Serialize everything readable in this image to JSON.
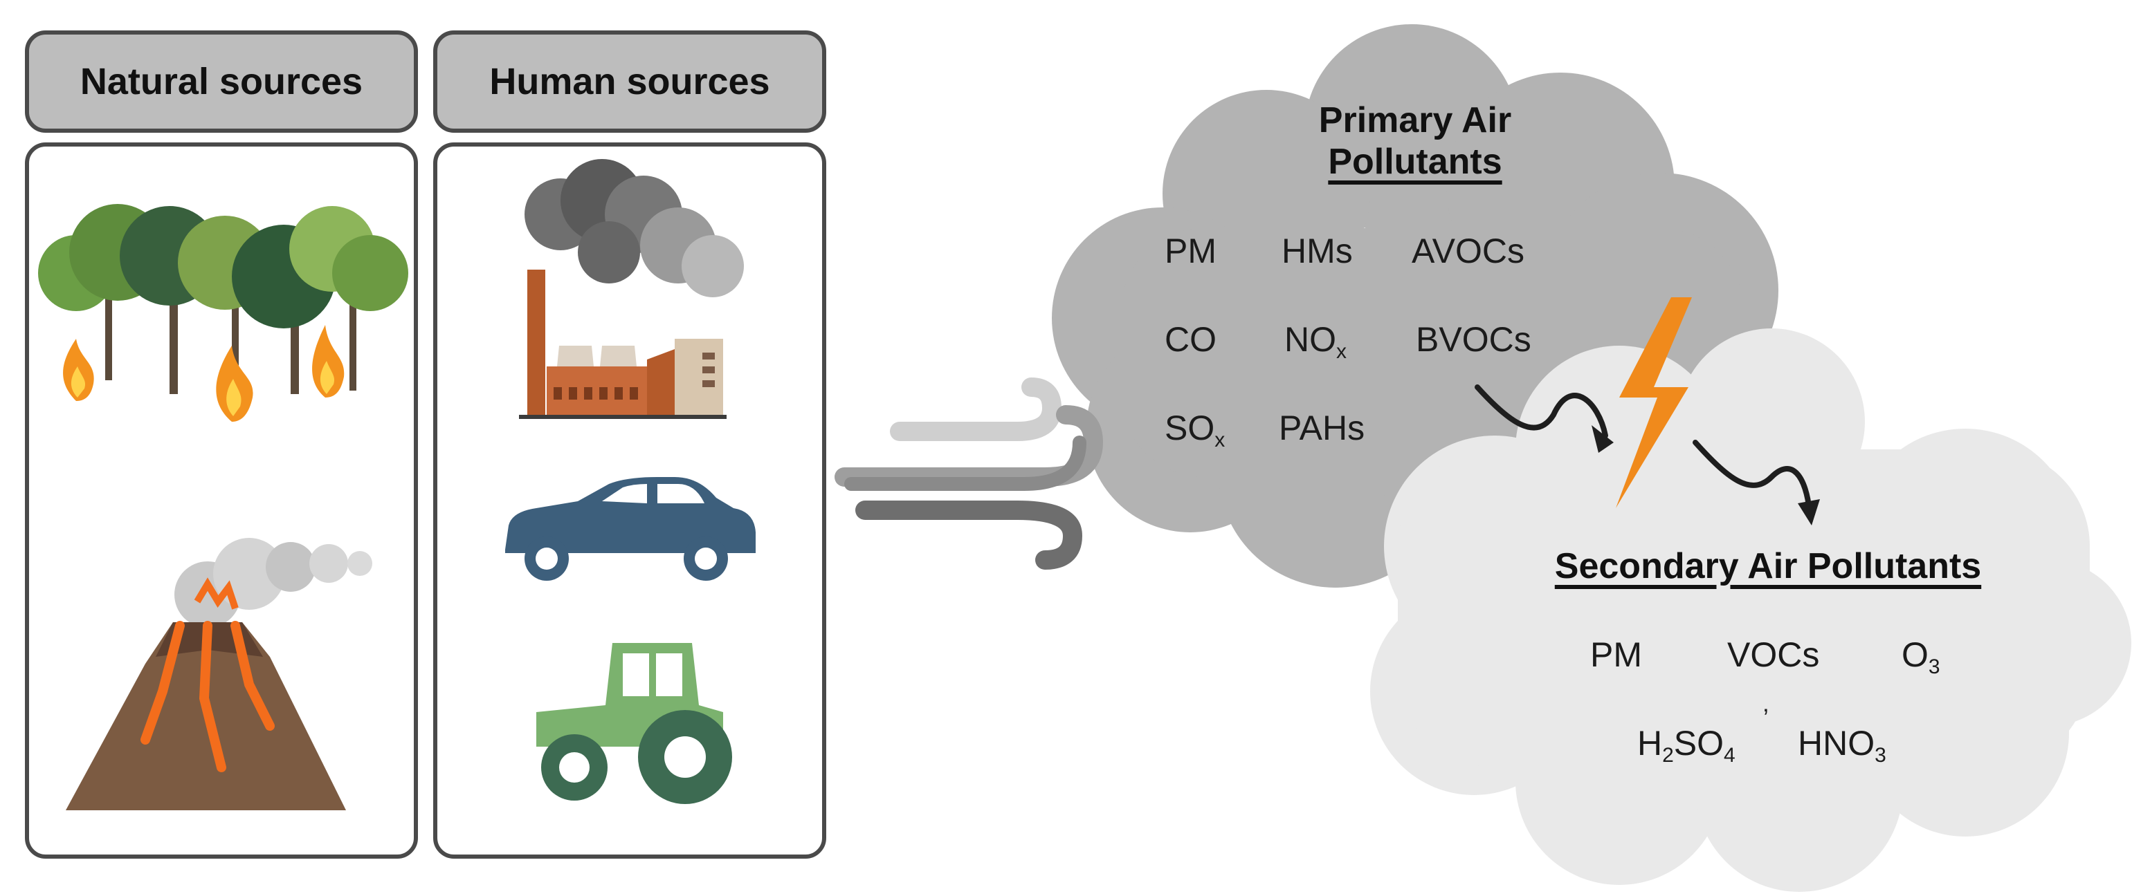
{
  "sources": {
    "natural": {
      "label": "Natural sources"
    },
    "human": {
      "label": "Human sources"
    }
  },
  "primary": {
    "title_line1": "Primary Air",
    "title_line2": "Pollutants",
    "items": {
      "pm": "PM",
      "hms": "HMs",
      "avocs": "AVOCs",
      "co": "CO",
      "nox_base": "NO",
      "nox_sub": "x",
      "bvocs": "BVOCs",
      "sox_base": "SO",
      "sox_sub": "x",
      "pahs": "PAHs"
    }
  },
  "secondary": {
    "title": "Secondary Air Pollutants",
    "items": {
      "pm": "PM",
      "vocs": "VOCs",
      "o3_base": "O",
      "o3_sub": "3",
      "h2so4": {
        "a": "H",
        "a_sub": "2",
        "b": "SO",
        "b_sub": "4"
      },
      "separator": "ʼ",
      "hno3": {
        "a": "HNO",
        "a_sub": "3"
      }
    }
  },
  "colors": {
    "header_fill": "#bdbdbd",
    "border": "#4a4a4a",
    "primary_cloud": "#b3b3b3",
    "secondary_cloud": "#e9e9e9",
    "lightning": "#f08a1c",
    "car": "#3d5f7c",
    "tractor": "#7bb26e",
    "tractor_wheels": "#3d6b52"
  },
  "icons": [
    "forest-fire-icon",
    "volcano-icon",
    "factory-icon",
    "car-icon",
    "tractor-icon",
    "wind-icon",
    "lightning-icon",
    "arrow-icon"
  ]
}
